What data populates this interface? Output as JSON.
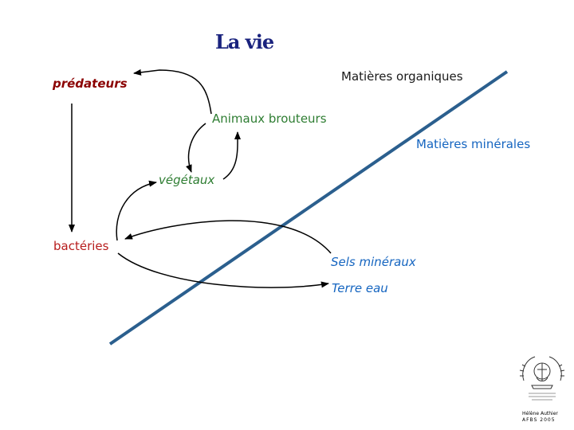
{
  "title": "La vie",
  "labels": {
    "predateurs": "prédateurs",
    "matieres_organiques": "Matières organiques",
    "animaux_brouteurs": "Animaux brouteurs",
    "matieres_minerales": "Matières minérales",
    "vegetaux": "végétaux",
    "bacteries": "bactéries",
    "sels_mineraux": "Sels minéraux",
    "terre_eau": "Terre eau"
  },
  "credit": {
    "line1": "Hélène Authier",
    "line2": "AFBS 2005"
  },
  "colors": {
    "title": "#1a237e",
    "predateurs": "#8b0000",
    "matieres_organiques": "#1a1a1a",
    "animaux_brouteurs": "#2e7d32",
    "matieres_minerales": "#1565c0",
    "vegetaux": "#2e7d32",
    "bacteries": "#b71c1c",
    "sels_mineraux": "#1565c0",
    "terre_eau": "#1565c0",
    "divider_line": "#2b5f8e",
    "arrows": "#000000"
  },
  "icons": [
    "seal-logo-icon"
  ]
}
